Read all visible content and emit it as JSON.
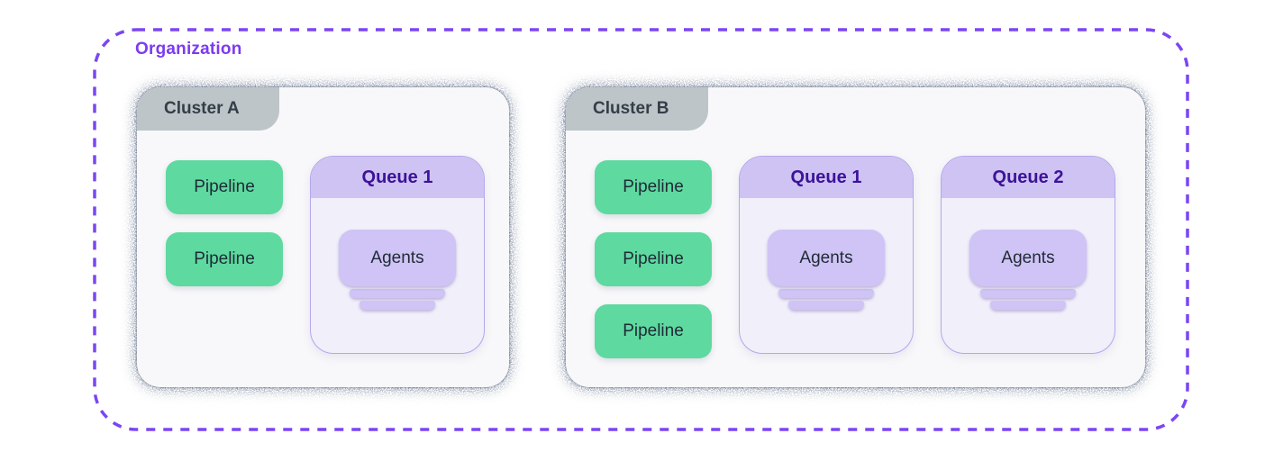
{
  "organization": {
    "label": "Organization"
  },
  "clusters": [
    {
      "name": "Cluster A",
      "pipelines": [
        {
          "label": "Pipeline"
        },
        {
          "label": "Pipeline"
        }
      ],
      "queues": [
        {
          "title": "Queue 1",
          "agents_label": "Agents"
        }
      ]
    },
    {
      "name": "Cluster B",
      "pipelines": [
        {
          "label": "Pipeline"
        },
        {
          "label": "Pipeline"
        },
        {
          "label": "Pipeline"
        }
      ],
      "queues": [
        {
          "title": "Queue 1",
          "agents_label": "Agents"
        },
        {
          "title": "Queue 2",
          "agents_label": "Agents"
        }
      ]
    }
  ],
  "colors": {
    "org_label_color": "#7C3BF0",
    "org_border_purple": "#7B46F2",
    "pipeline_green": "#5ED99F",
    "queue_header_purple": "#CEC3F3",
    "queue_body": "#F1EFFA",
    "queue_border": "#B5A7EA",
    "queue_title_text": "#3D1399",
    "agents_fill": "#CFC4F5",
    "tab_gray": "#BEC5C9",
    "tab_text": "#333E48",
    "card_bg": "#F8F8FA",
    "shadow_navy": "#1E2940",
    "body_text": "#1F2A37"
  }
}
